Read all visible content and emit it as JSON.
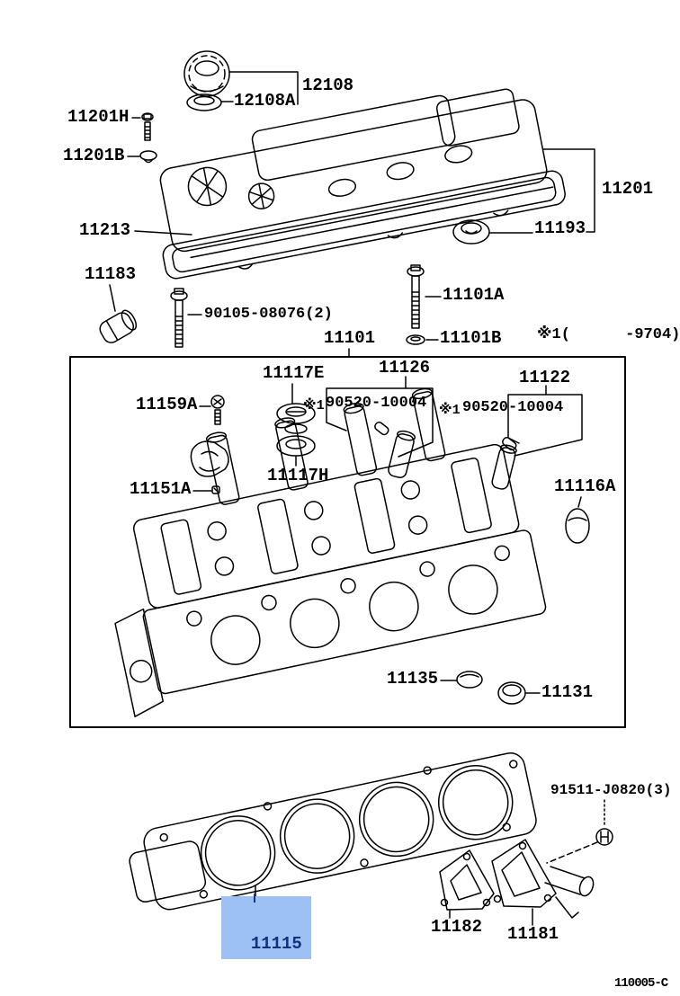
{
  "colors": {
    "line": "#000000",
    "highlight_bg": "#9ec1f5",
    "highlight_text": "#14317d"
  },
  "note": "※1(      -9704)",
  "diagram_code": "110005-C",
  "parts": {
    "p12108": "12108",
    "p12108a": "12108A",
    "p11201h": "11201H",
    "p11201b": "11201B",
    "p11201": "11201",
    "p11213": "11213",
    "p11193": "11193",
    "p11183": "11183",
    "p90105": "90105-08076(2)",
    "p11101a": "11101A",
    "p11101": "11101",
    "p11101b": "11101B",
    "p11117e": "11117E",
    "p11126": "11126",
    "p11122": "11122",
    "ref1": "※1",
    "p90520a": "90520-10004",
    "ref2": "※1",
    "p90520b": "90520-10004",
    "p11159a": "11159A",
    "p11117h": "11117H",
    "p11151a": "11151A",
    "p11116a": "11116A",
    "p11135": "11135",
    "p11131": "11131",
    "p11115": "11115",
    "p91511": "91511-J0820(3)",
    "p11182": "11182",
    "p11181": "11181"
  }
}
